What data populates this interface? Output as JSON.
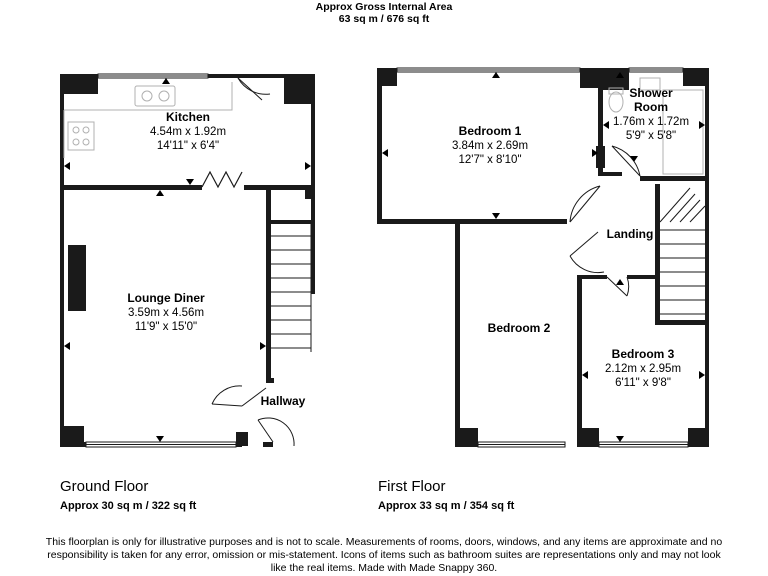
{
  "header": {
    "title": "Approx Gross Internal Area",
    "area": "63 sq m / 676 sq ft"
  },
  "ground_floor": {
    "name": "Ground Floor",
    "area": "Approx 30 sq m / 322 sq ft",
    "rooms": {
      "kitchen": {
        "name": "Kitchen",
        "metric": "4.54m x 1.92m",
        "imperial": "14'11\" x 6'4\""
      },
      "lounge": {
        "name": "Lounge Diner",
        "metric": "3.59m x 4.56m",
        "imperial": "11'9\" x 15'0\""
      },
      "hallway": {
        "name": "Hallway"
      }
    }
  },
  "first_floor": {
    "name": "First Floor",
    "area": "Approx 33 sq m / 354 sq ft",
    "rooms": {
      "bedroom1": {
        "name": "Bedroom 1",
        "metric": "3.84m x 2.69m",
        "imperial": "12'7\" x 8'10\""
      },
      "shower": {
        "name_line1": "Shower",
        "name_line2": "Room",
        "metric": "1.76m x 1.72m",
        "imperial": "5'9\" x 5'8\""
      },
      "landing": {
        "name": "Landing"
      },
      "bedroom2": {
        "name": "Bedroom 2"
      },
      "bedroom3": {
        "name": "Bedroom 3",
        "metric": "2.12m x 2.95m",
        "imperial": "6'11\" x 9'8\""
      }
    }
  },
  "footer": {
    "disclaimer": "This floorplan is only for illustrative purposes and is not to scale. Measurements of rooms, doors, windows, and any items are approximate and no responsibility is taken for any error, omission or mis-statement. Icons of items such as bathroom suites are representations only and may not look like the real items. Made with Made Snappy 360."
  },
  "colors": {
    "wall": "#1a1a1a",
    "fixture": "#b0b0b0",
    "background": "#ffffff"
  }
}
